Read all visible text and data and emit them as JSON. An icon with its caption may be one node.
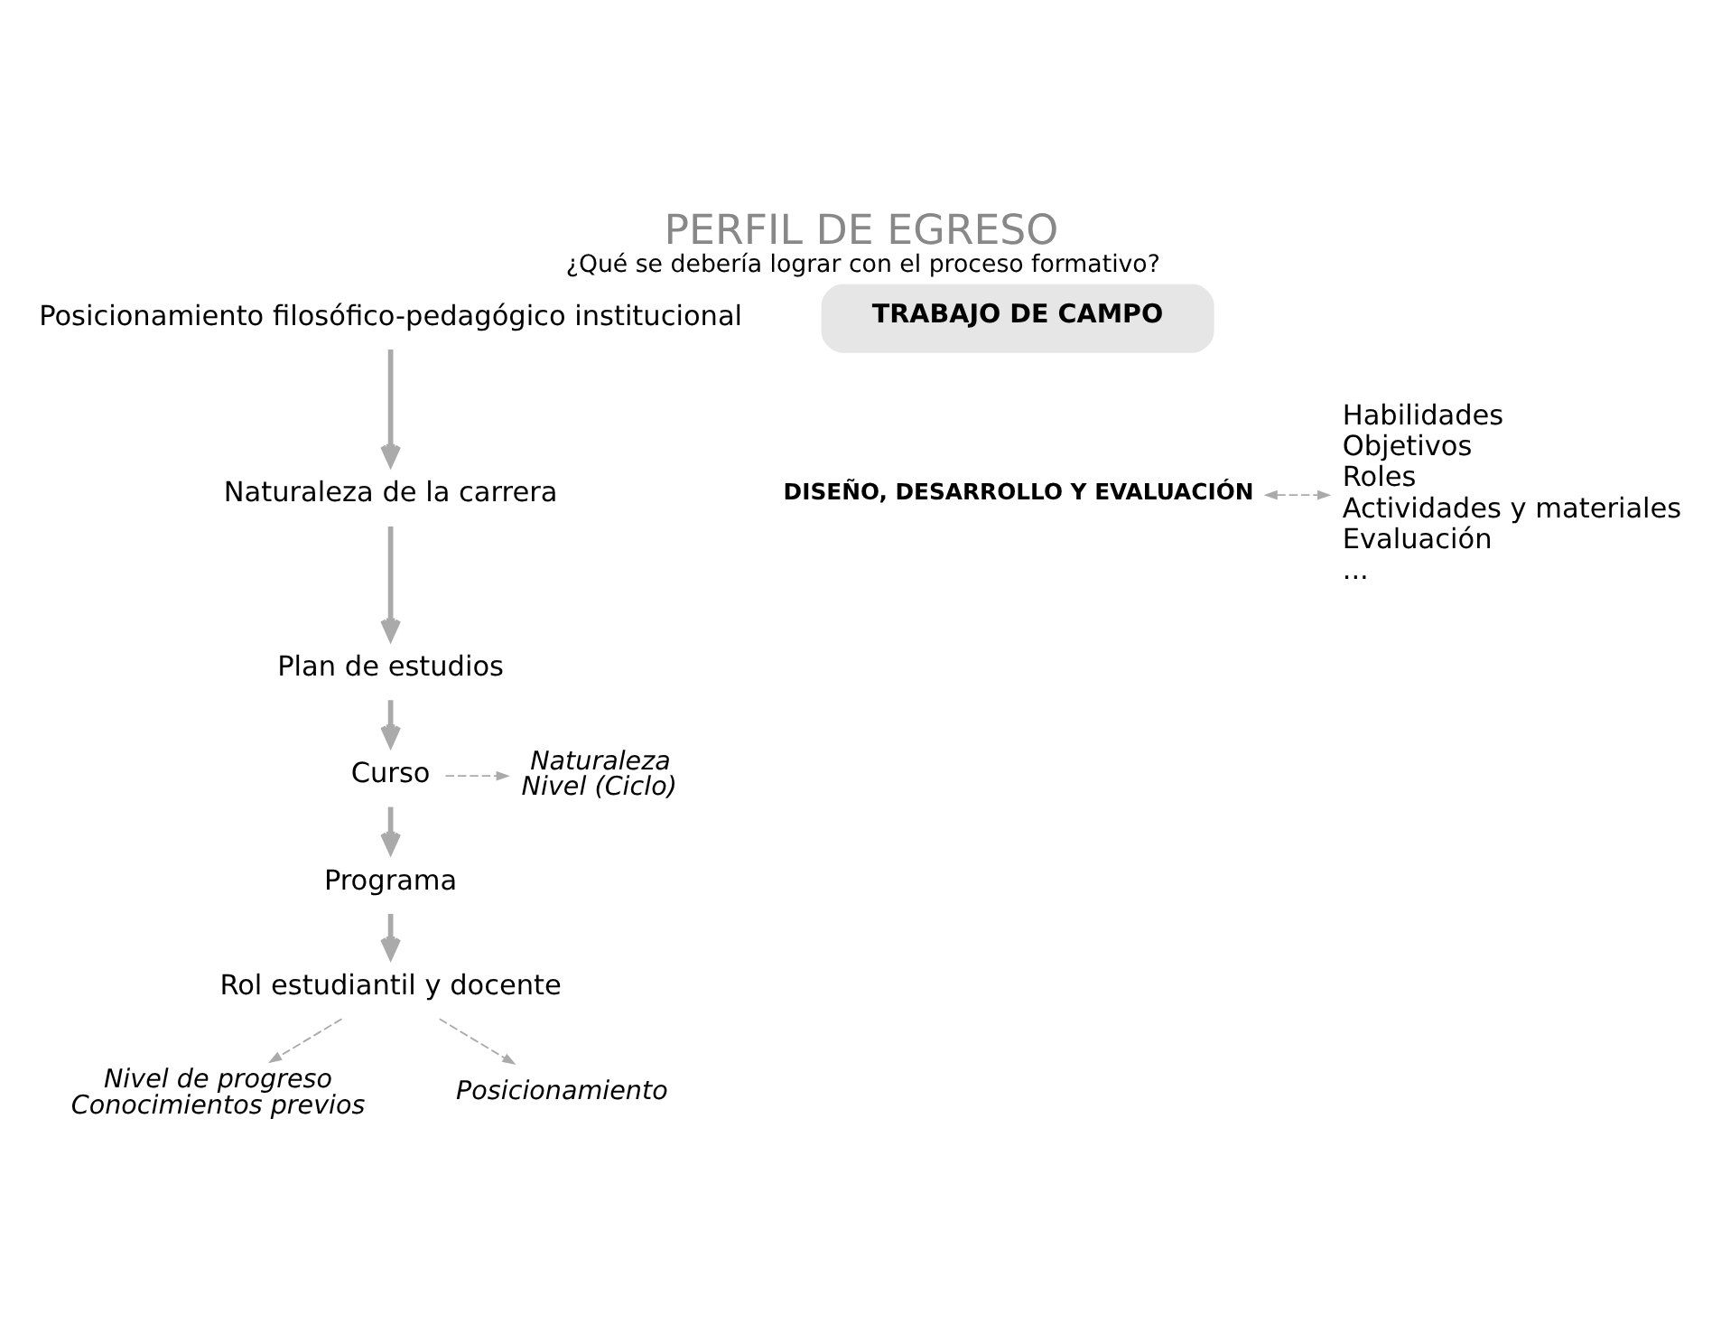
{
  "diagram": {
    "title": "PERFIL DE EGRESO",
    "caption": "¿Qué se debería lograr con el proceso formativo?",
    "nodes": [
      {
        "text": [
          "Posicionamiento filosófico-pedagógico institucional"
        ]
      },
      {
        "text": [
          "Naturaleza de la carrera"
        ]
      },
      {
        "text": [
          "Plan de estudios"
        ]
      },
      {
        "text": [
          "Curso"
        ]
      },
      {
        "text": [
          "Naturaleza",
          "Nivel (Ciclo)"
        ]
      },
      {
        "text": [
          "Programa"
        ]
      },
      {
        "text": [
          "Rol estudiantil y docente"
        ]
      },
      {
        "text": [
          "Nivel de progreso",
          "Conocimientos previos"
        ]
      },
      {
        "text": [
          "Posicionamiento"
        ]
      },
      {
        "text": [
          "TRABAJO DE CAMPO"
        ]
      },
      {
        "text": [
          "DISEÑO, DESARROLLO Y EVALUACIÓN"
        ]
      },
      {
        "text": [
          "Habilidades",
          "Objetivos",
          "Roles",
          "Actividades y materiales",
          "Evaluación",
          "..."
        ]
      }
    ],
    "edges": [
      {
        "from": 0,
        "to": 1,
        "arrow": "to"
      },
      {
        "from": 1,
        "to": 2,
        "arrow": "to"
      },
      {
        "from": 2,
        "to": 3,
        "arrow": "to"
      },
      {
        "from": 3,
        "to": 4,
        "arrow": "to",
        "style": "dashed"
      },
      {
        "from": 3,
        "to": 5,
        "arrow": "to"
      },
      {
        "from": 5,
        "to": 6,
        "arrow": "to"
      },
      {
        "from": 6,
        "to": 7,
        "arrow": "to",
        "style": "dashed"
      },
      {
        "from": 6,
        "to": 8,
        "arrow": "to",
        "style": "dashed"
      },
      {
        "from": 10,
        "to": 11,
        "arrow": "both",
        "style": "dashed"
      }
    ]
  }
}
